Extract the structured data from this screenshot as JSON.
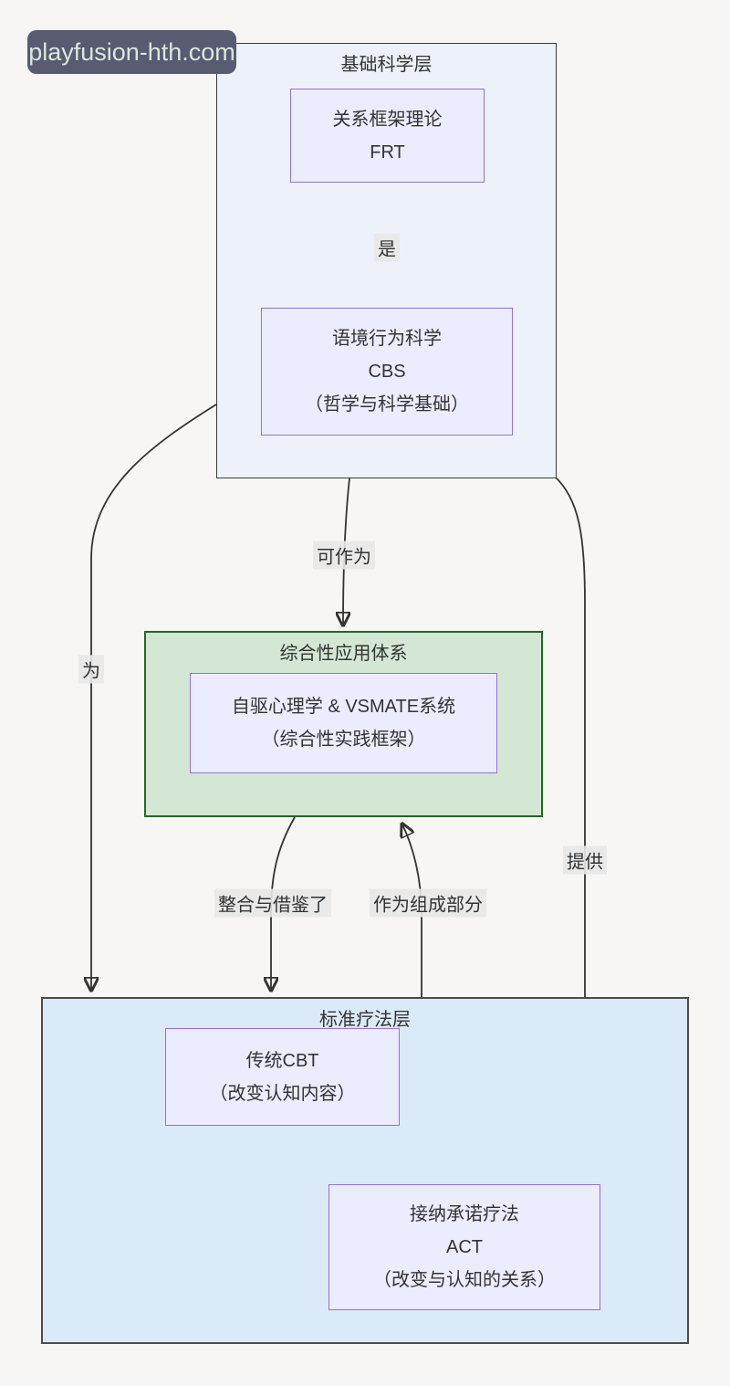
{
  "watermark": {
    "text": "playfusion-hth.com"
  },
  "containers": {
    "foundation": {
      "title": "基础科学层"
    },
    "application": {
      "title": "综合性应用体系"
    },
    "therapy": {
      "title": "标准疗法层"
    }
  },
  "nodes": {
    "frt": {
      "line1": "关系框架理论",
      "line2": "FRT"
    },
    "cbs": {
      "line1": "语境行为科学",
      "line2": "CBS",
      "line3": "（哲学与科学基础）"
    },
    "vsmate": {
      "line1": "自驱心理学 & VSMATE系统",
      "line2": "（综合性实践框架）"
    },
    "cbt": {
      "line1": "传统CBT",
      "line2": "（改变认知内容）"
    },
    "act": {
      "line1": "接纳承诺疗法",
      "line2": "ACT",
      "line3": "（改变与认知的关系）"
    }
  },
  "edges": {
    "is": {
      "label": "是"
    },
    "serve": {
      "label": "可作为"
    },
    "for": {
      "label": "为"
    },
    "provides": {
      "label": "提供"
    },
    "integrate": {
      "label": "整合与借鉴了"
    },
    "component": {
      "label": "作为组成部分"
    }
  },
  "colors": {
    "node_fill": "#ececff",
    "node_border": "#9370db",
    "foundation_fill": "#edf1fa",
    "application_fill": "#d4e7d4",
    "application_border": "#1c6b21",
    "therapy_fill": "#dbeaf8",
    "edge_stroke": "#333333",
    "edge_label_bg": "#e8e8e8",
    "watermark_bg": "#585b72",
    "watermark_text": "#d9e7dc"
  }
}
